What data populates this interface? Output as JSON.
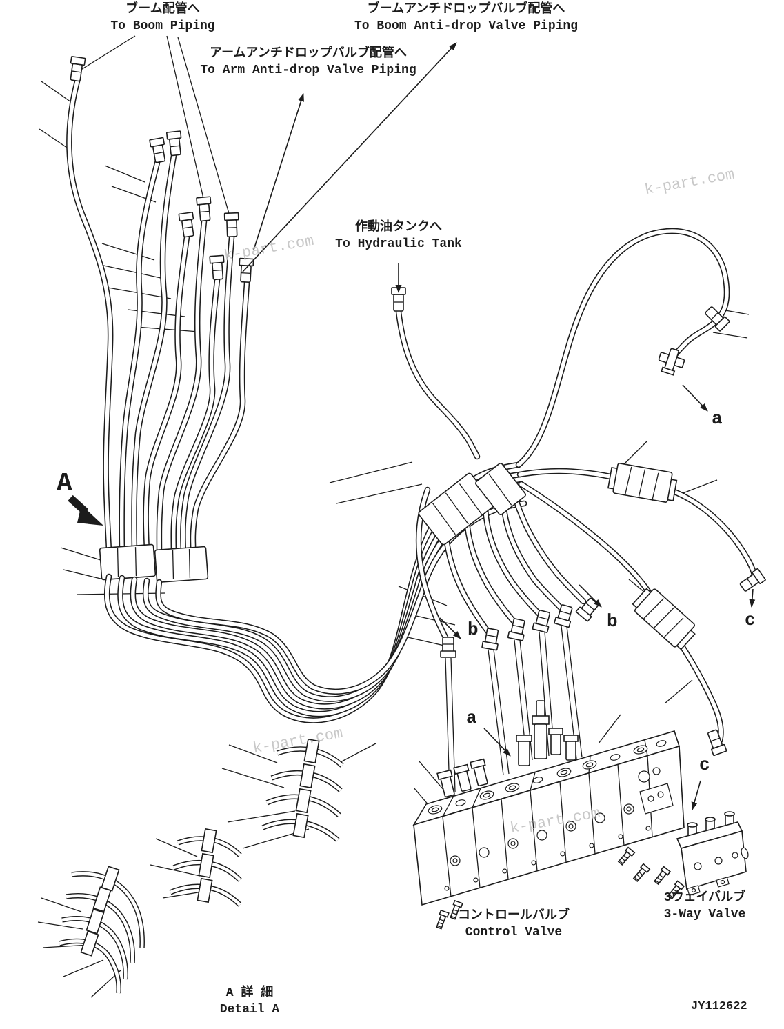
{
  "meta": {
    "drawing_number": "JY112622",
    "watermark": "k-part.com",
    "colors": {
      "line": "#1c1c1c",
      "watermark": "#bfbfbf",
      "background": "#ffffff"
    }
  },
  "callouts": {
    "boom_piping": {
      "jp": "ブーム配管へ",
      "en": "To Boom Piping"
    },
    "boom_anti_drop": {
      "jp": "ブームアンチドロップバルブ配管へ",
      "en": "To Boom Anti-drop Valve Piping"
    },
    "arm_anti_drop": {
      "jp": "アームアンチドロップバルブ配管へ",
      "en": "To Arm Anti-drop Valve Piping"
    },
    "hydraulic_tank": {
      "jp": "作動油タンクへ",
      "en": "To Hydraulic Tank"
    },
    "control_valve": {
      "jp": "コントロールバルブ",
      "en": "Control Valve"
    },
    "three_way_valve": {
      "jp": "3ウェイバルブ",
      "en": "3-Way Valve"
    },
    "detail_a": {
      "jp": "A 詳 細",
      "en": "Detail A"
    }
  },
  "markers": {
    "detail": "A",
    "a_right": "a",
    "a_center": "a",
    "b_left": "b",
    "b_right": "b",
    "c_right": "c",
    "c_bottom": "c"
  }
}
